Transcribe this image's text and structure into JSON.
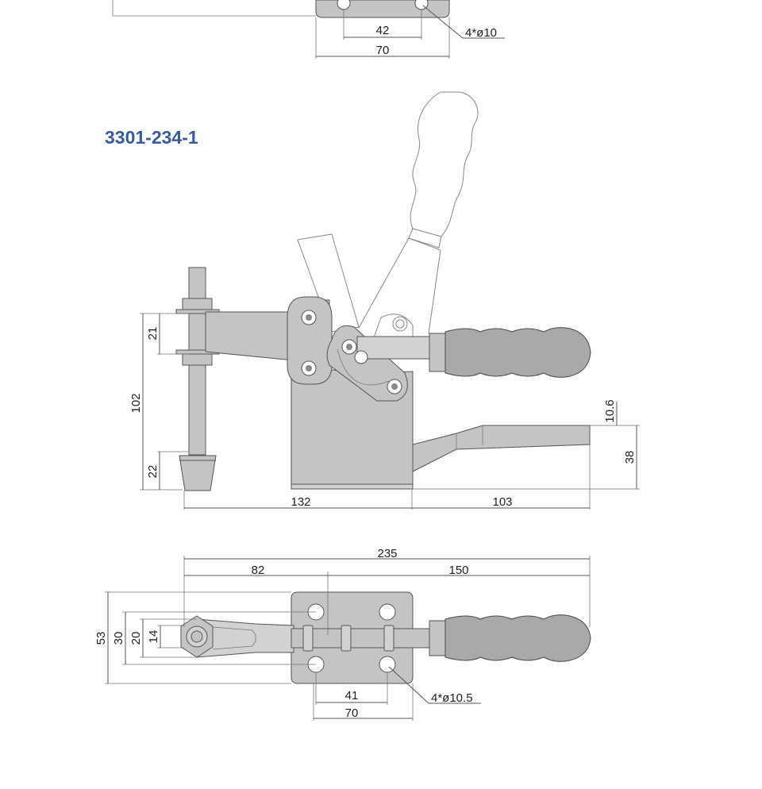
{
  "model_code": "3301-234-1",
  "colors": {
    "title": "#3a5aa0",
    "body": "#c4c4c4",
    "grip": "#a9a9a9",
    "line": "#555555"
  },
  "top_fragment": {
    "dims": {
      "hole_spacing": "42",
      "base_width": "70",
      "holes": "4*ø10"
    }
  },
  "side_view": {
    "dims": {
      "upper": "21",
      "height": "102",
      "lower": "22",
      "left_width": "132",
      "right_width": "103",
      "thickness": "10.6",
      "handle_height": "38"
    }
  },
  "plan_view": {
    "dims": {
      "total_length": "235",
      "left_length": "82",
      "right_length": "150",
      "d53": "53",
      "d30": "30",
      "d20": "20",
      "d14": "14",
      "hole_spacing": "41",
      "base_width": "70",
      "holes": "4*ø10.5"
    }
  }
}
